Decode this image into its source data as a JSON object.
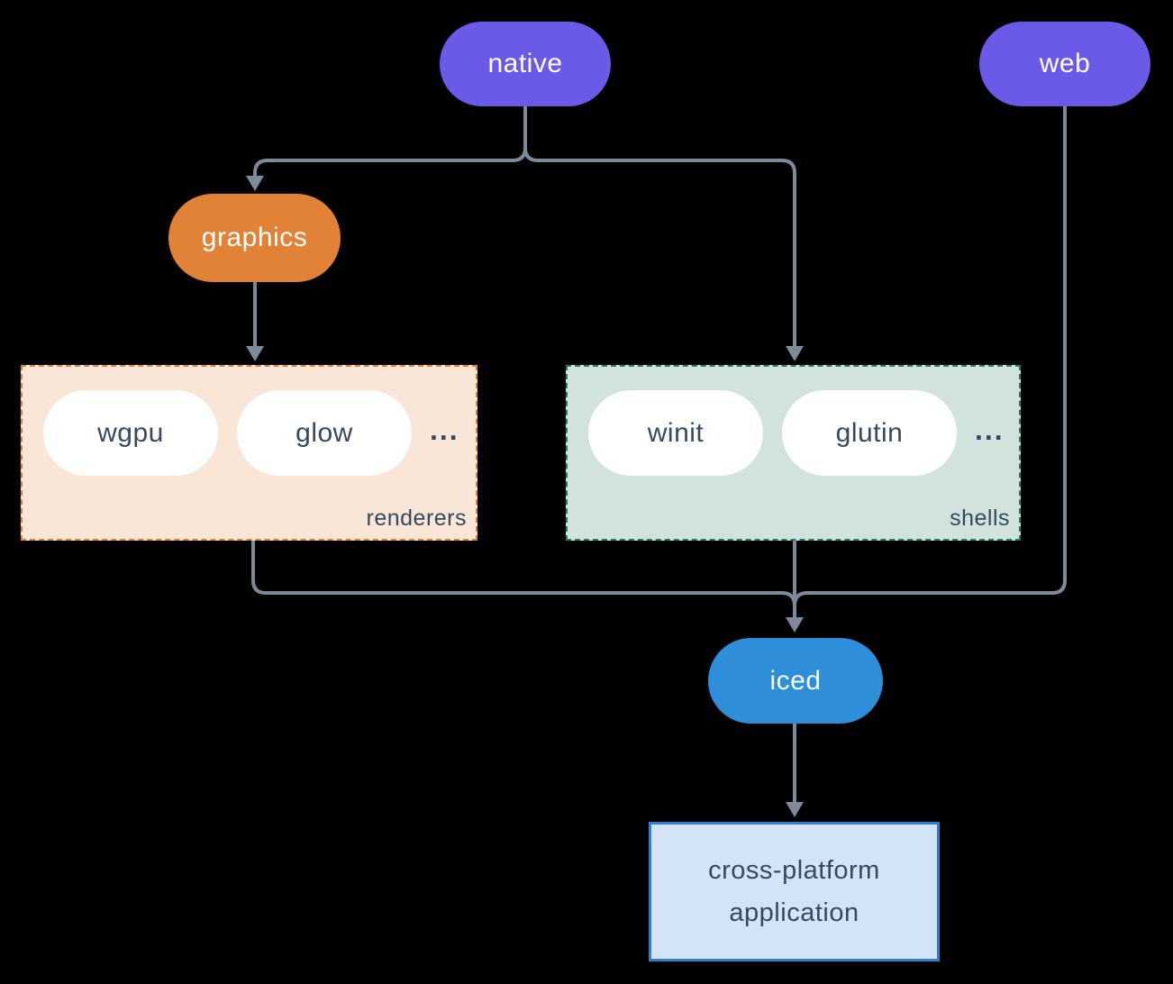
{
  "nodes": {
    "native": {
      "label": "native",
      "color": "#6A5AE8"
    },
    "web": {
      "label": "web",
      "color": "#6A5AE8"
    },
    "graphics": {
      "label": "graphics",
      "color": "#E28237"
    },
    "wgpu": {
      "label": "wgpu"
    },
    "glow": {
      "label": "glow"
    },
    "winit": {
      "label": "winit"
    },
    "glutin": {
      "label": "glutin"
    },
    "iced": {
      "label": "iced",
      "color": "#2E8ED9"
    },
    "application": {
      "label": "cross-platform application",
      "fill": "#D3E4F6",
      "border": "#2D7FD3"
    }
  },
  "groups": {
    "renderers": {
      "label": "renderers",
      "ellipsis": "...",
      "fill": "#FAE6D6",
      "border": "#E07F2E"
    },
    "shells": {
      "label": "shells",
      "ellipsis": "...",
      "fill": "#D2E2DC",
      "border": "#1A7E6F"
    }
  },
  "colors": {
    "background": "#000000",
    "connector": "#7D8A99",
    "pill_text_light": "#FFFFFF",
    "text_dark": "#354A5E"
  }
}
